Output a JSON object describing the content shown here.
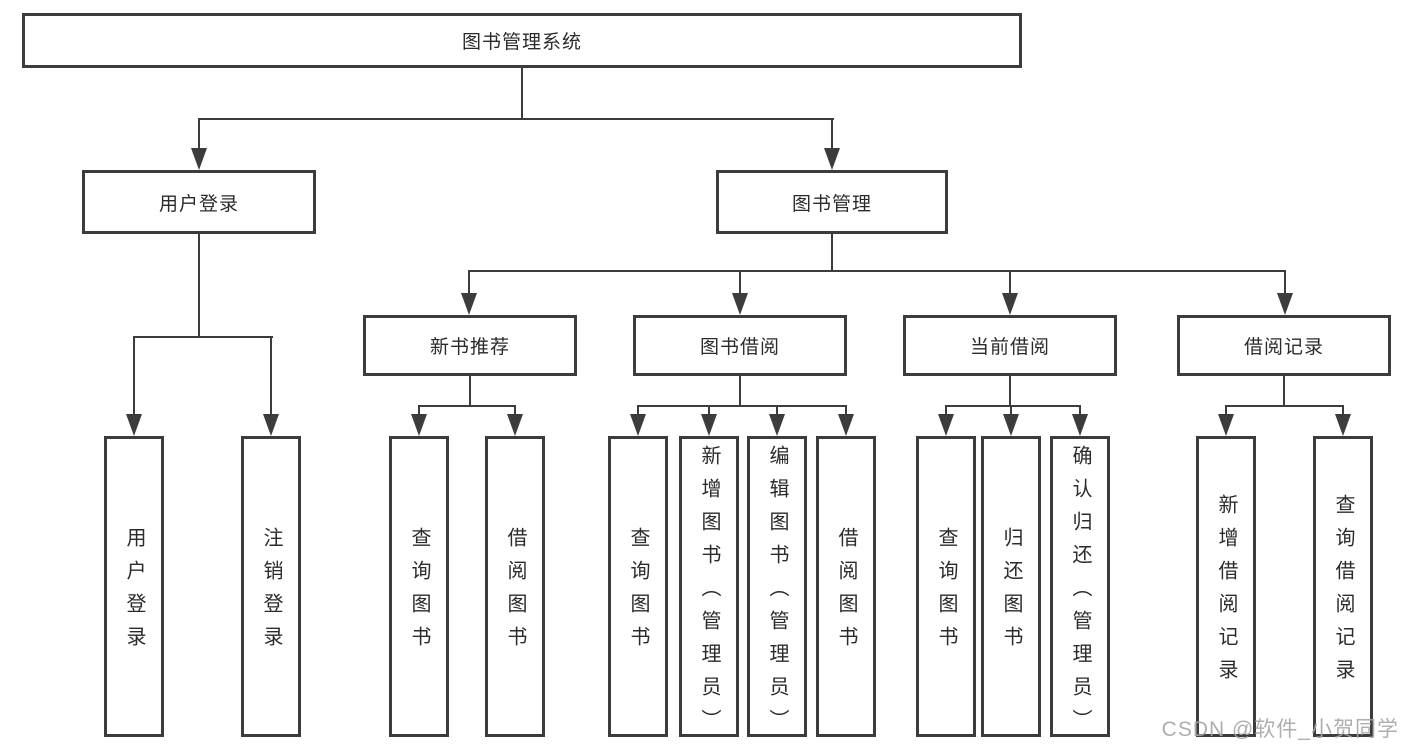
{
  "tree": {
    "label": "图书管理系统",
    "children": [
      {
        "label": "用户登录",
        "children": [
          {
            "label": "用户登录"
          },
          {
            "label": "注销登录"
          }
        ]
      },
      {
        "label": "图书管理",
        "children": [
          {
            "label": "新书推荐",
            "children": [
              {
                "label": "查询图书"
              },
              {
                "label": "借阅图书"
              }
            ]
          },
          {
            "label": "图书借阅",
            "children": [
              {
                "label": "查询图书"
              },
              {
                "label": "新增图书（管理员）"
              },
              {
                "label": "编辑图书（管理员）"
              },
              {
                "label": "借阅图书"
              }
            ]
          },
          {
            "label": "当前借阅",
            "children": [
              {
                "label": "查询图书"
              },
              {
                "label": "归还图书"
              },
              {
                "label": "确认归还（管理员）"
              }
            ]
          },
          {
            "label": "借阅记录",
            "children": [
              {
                "label": "新增借阅记录"
              },
              {
                "label": "查询借阅记录"
              }
            ]
          }
        ]
      }
    ]
  },
  "watermark": {
    "text": "CSDN @软件_小贺同学"
  },
  "colors": {
    "line": "#3c3c3c",
    "box_border": "#3c3c3c",
    "text": "#2b2b2b",
    "background": "#ffffff",
    "watermark": "#a6a6a6"
  }
}
